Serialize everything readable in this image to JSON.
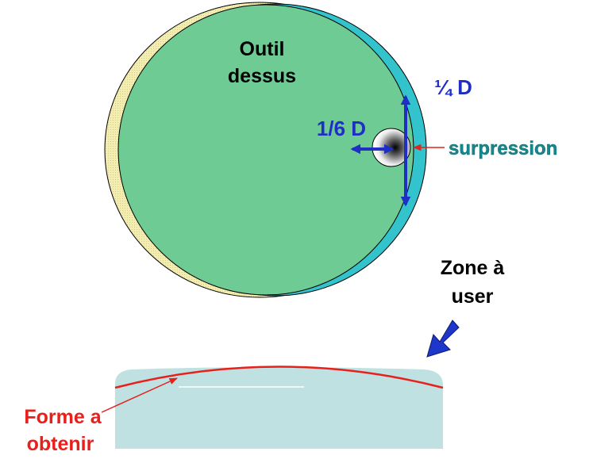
{
  "labels": {
    "outil_line1": "Outil",
    "outil_line2": "dessus",
    "quarter_d": "¼ D",
    "sixth_d": "1/6 D",
    "surpression": "surpression",
    "zone_line1": "Zone à",
    "zone_line2": "user",
    "forme_line1": "Forme a",
    "forme_line2": "obtenir"
  },
  "colors": {
    "tool_green": "#6fcb94",
    "lower_disc_cyan": "#33c3cc",
    "offset_disc_yellow": "#f3edb0",
    "dimension_blue": "#1f2fc4",
    "pointer_red": "#e8201b",
    "surpression_text": "#14888c",
    "block_fill": "#bfe1e1",
    "zone_arrow_blue": "#1c37c9"
  },
  "icons": {
    "zone_arrow": "thick-arrow-down-left-icon"
  }
}
